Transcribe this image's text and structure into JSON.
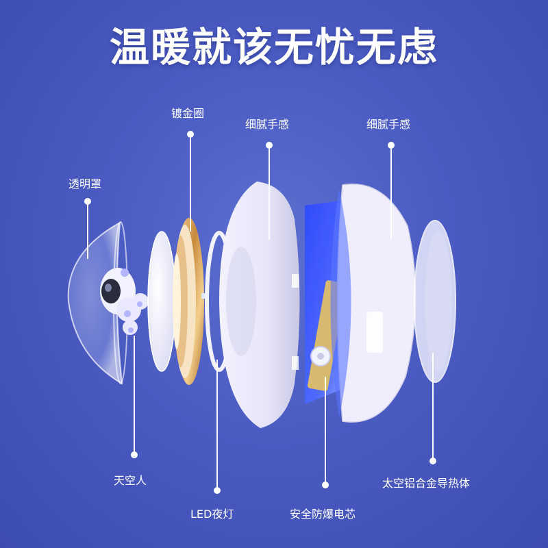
{
  "headline": "温暖就该无忧无虑",
  "labels": {
    "clear_cover": "透明罩",
    "gold_ring": "镀金圈",
    "smooth_touch_a": "细腻手感",
    "smooth_touch_b": "细腻手感",
    "astronaut": "天空人",
    "led_light": "LED夜灯",
    "battery_core": "安全防爆电芯",
    "heat_sink": "太空铝合金导热体"
  },
  "colors": {
    "background": "#4a5bc2",
    "accent_glow": "#3a5cff",
    "gold": "#d9a35a"
  }
}
